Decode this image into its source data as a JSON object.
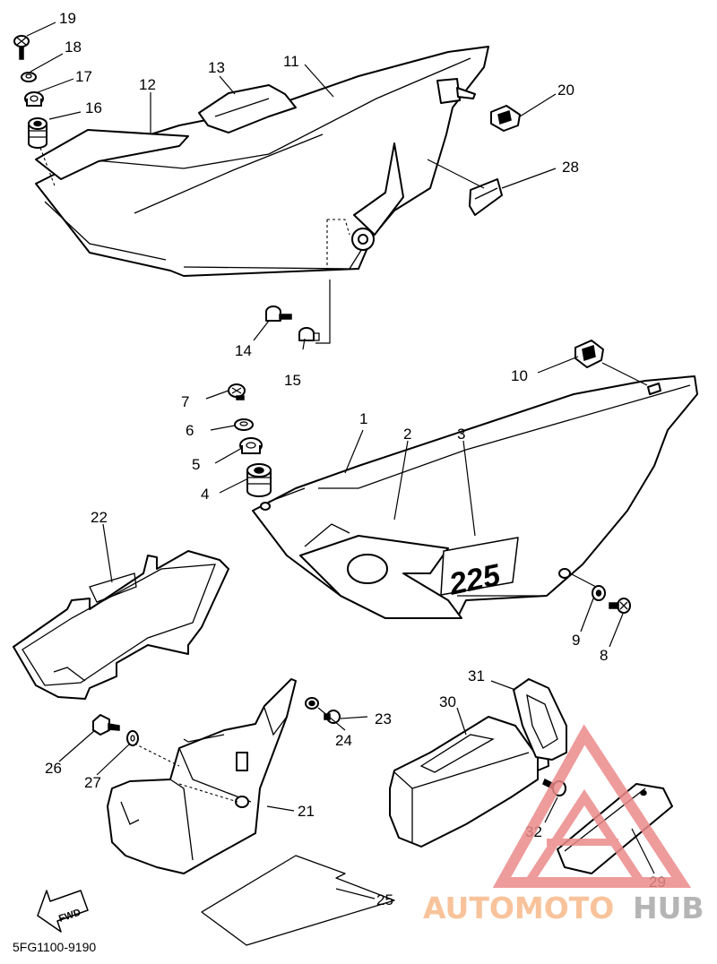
{
  "diagram": {
    "callouts": [
      {
        "id": "p1",
        "label": "1"
      },
      {
        "id": "p2",
        "label": "2"
      },
      {
        "id": "p3",
        "label": "3"
      },
      {
        "id": "p4",
        "label": "4"
      },
      {
        "id": "p5",
        "label": "5"
      },
      {
        "id": "p6",
        "label": "6"
      },
      {
        "id": "p7",
        "label": "7"
      },
      {
        "id": "p8",
        "label": "8"
      },
      {
        "id": "p9",
        "label": "9"
      },
      {
        "id": "p10",
        "label": "10"
      },
      {
        "id": "p11",
        "label": "11"
      },
      {
        "id": "p12",
        "label": "12"
      },
      {
        "id": "p13",
        "label": "13"
      },
      {
        "id": "p14",
        "label": "14"
      },
      {
        "id": "p15",
        "label": "15"
      },
      {
        "id": "p16",
        "label": "16"
      },
      {
        "id": "p17",
        "label": "17"
      },
      {
        "id": "p18",
        "label": "18"
      },
      {
        "id": "p19",
        "label": "19"
      },
      {
        "id": "p20",
        "label": "20"
      },
      {
        "id": "p21",
        "label": "21"
      },
      {
        "id": "p22",
        "label": "22"
      },
      {
        "id": "p23",
        "label": "23"
      },
      {
        "id": "p24",
        "label": "24"
      },
      {
        "id": "p25",
        "label": "25"
      },
      {
        "id": "p26",
        "label": "26"
      },
      {
        "id": "p27",
        "label": "27"
      },
      {
        "id": "p28",
        "label": "28"
      },
      {
        "id": "p29",
        "label": "29"
      },
      {
        "id": "p30",
        "label": "30"
      },
      {
        "id": "p31",
        "label": "31"
      },
      {
        "id": "p32",
        "label": "32"
      }
    ],
    "decal_text": "225",
    "direction_label": "FWD",
    "drawing_code": "5FG1100-9190"
  },
  "watermark": {
    "part_a": "AUTOMOTO",
    "part_b": "HUB",
    "color_a": "#f7b98a",
    "color_b": "#a9a9a9",
    "logo_color": "#ec8a8a"
  }
}
